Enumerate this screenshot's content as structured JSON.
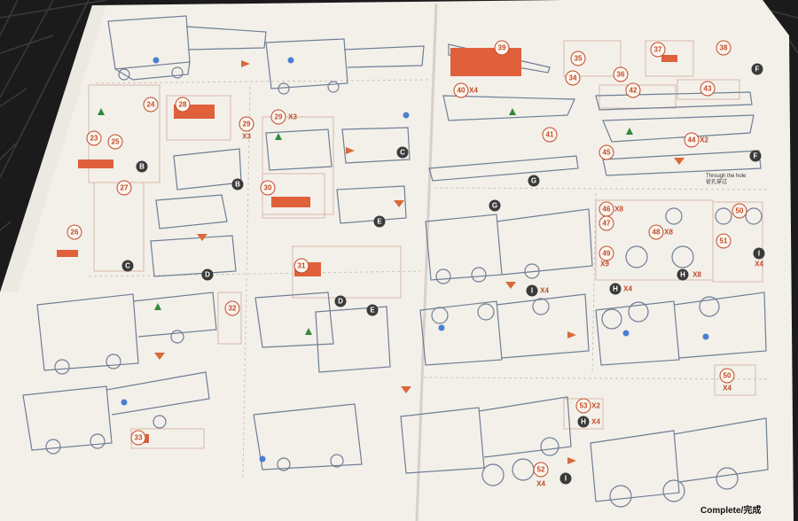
{
  "photo": {
    "subject": "printed paper instruction sheet for a model launcher truck lying on a dark grid surface",
    "colors": {
      "paper": "#f3f0ea",
      "paper_shade": "#e6e2dc",
      "background": "#1b1b1b",
      "accent": "#c24a2a",
      "line": "#6f7e94"
    }
  },
  "step_numbers": {
    "s23": "23",
    "s24": "24",
    "s25": "25",
    "s26": "26",
    "s27": "27",
    "s28": "28",
    "s29a": "29",
    "s29b": "29",
    "s30": "30",
    "s31": "31",
    "s32": "32",
    "s33": "33",
    "s34": "34",
    "s35": "35",
    "s36": "36",
    "s37": "37",
    "s38": "38",
    "s39": "39",
    "s40": "40",
    "s41": "41",
    "s42": "42",
    "s43": "43",
    "s44": "44",
    "s45": "45",
    "s46": "46",
    "s47": "47",
    "s48": "48",
    "s49": "49",
    "s50a": "50",
    "s50b": "50",
    "s51": "51",
    "s52": "52",
    "s53": "53"
  },
  "sub_labels": {
    "B1": "B",
    "B2": "B",
    "C1": "C",
    "C2": "C",
    "D1": "D",
    "D2": "D",
    "E1": "E",
    "E2": "E",
    "F1": "F",
    "F2": "F",
    "G1": "G",
    "G2": "G",
    "H1": "H",
    "H2": "H",
    "H3": "H",
    "I1": "I",
    "I2": "I",
    "I3": "I"
  },
  "multipliers": {
    "m29a": "X3",
    "m29b": "X3",
    "m40": "X4",
    "m44": "X2",
    "m46": "X8",
    "m48": "X8",
    "m49": "X9",
    "mH": "X8",
    "mI": "X4",
    "mH2": "X4",
    "mI2": "X4",
    "m53": "X2",
    "m52": "X4",
    "mH3": "X4",
    "m50": "X4"
  },
  "notes": {
    "through_hole_en": "Through the hole",
    "through_hole_cn": "従孔穿过"
  },
  "footer": {
    "complete": "Complete/完成"
  }
}
